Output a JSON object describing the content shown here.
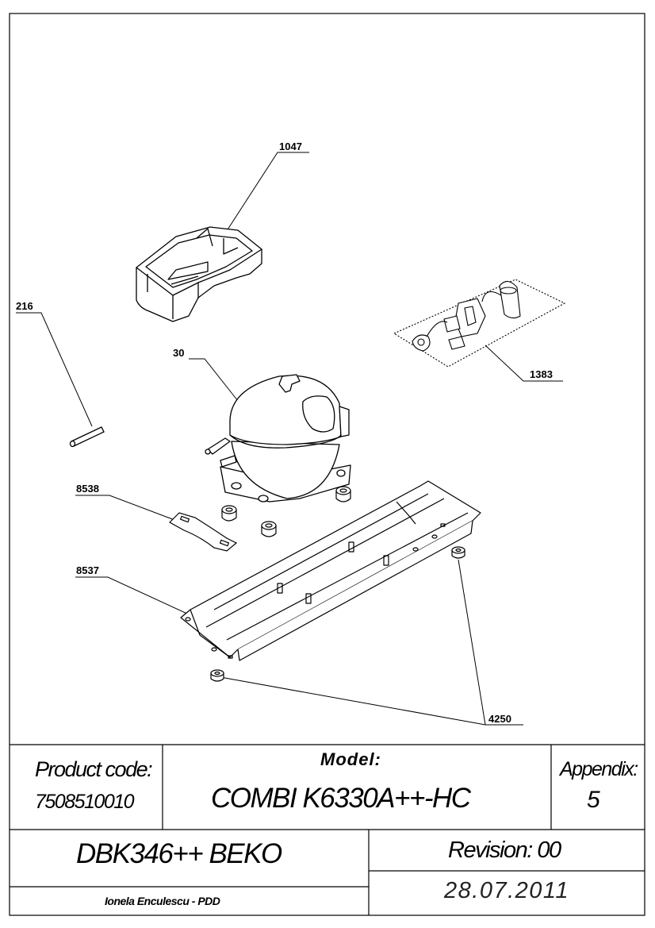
{
  "drawing": {
    "callouts": {
      "p1047": "1047",
      "p216": "216",
      "p30": "30",
      "p1383": "1383",
      "p8538": "8538",
      "p8537": "8537",
      "p4250": "4250"
    }
  },
  "title_block": {
    "product_code_label": "Product code:",
    "product_code": "7508510010",
    "model_label": "Model:",
    "model": "COMBI K6330A++-HC",
    "appendix_label": "Appendix:",
    "appendix": "5",
    "product_name": "DBK346++ BEKO",
    "revision": "Revision: 00",
    "author": "Ionela Enculescu - PDD",
    "date": "28.07.2011"
  }
}
